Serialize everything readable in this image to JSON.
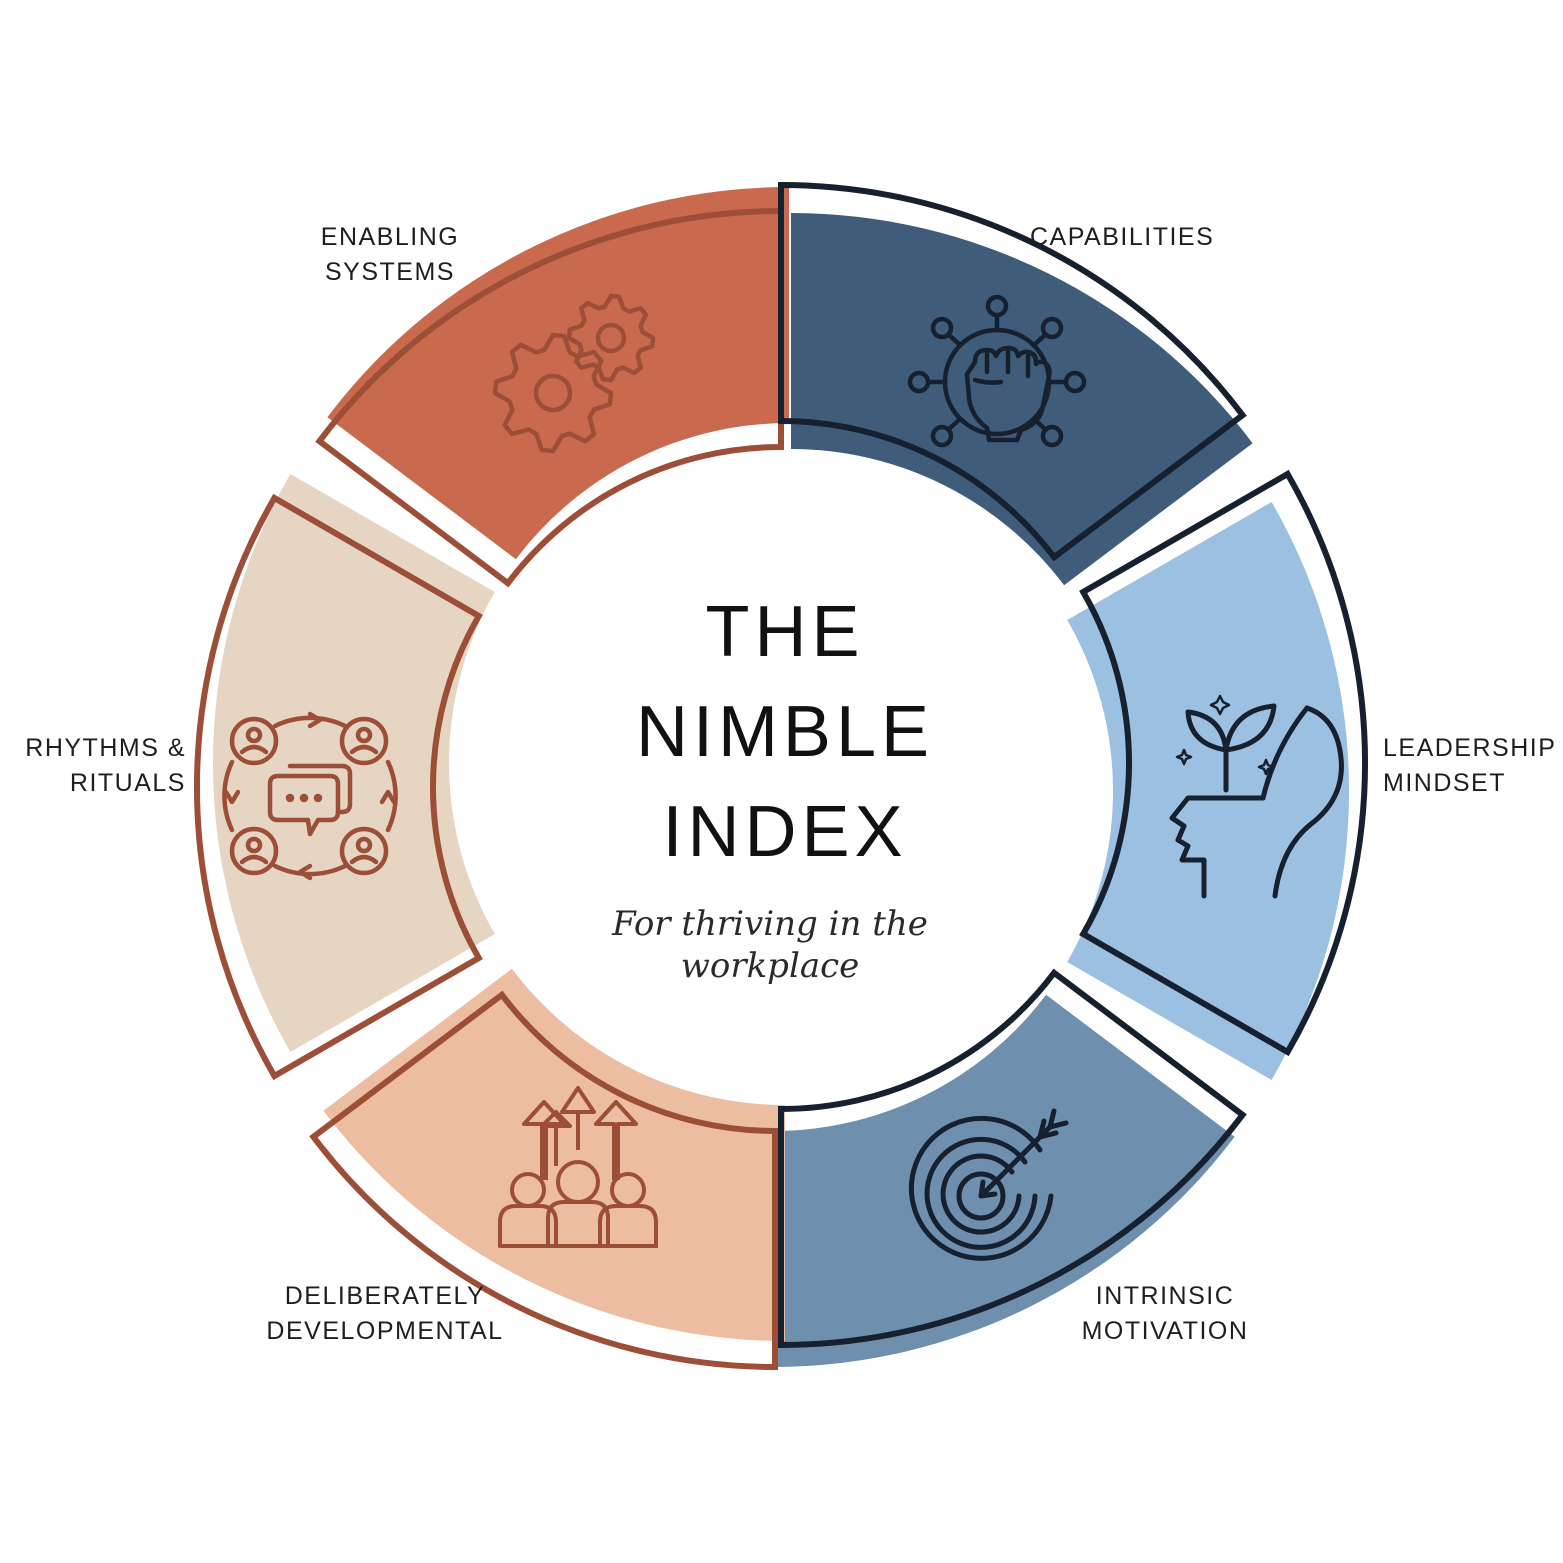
{
  "title": {
    "line1": "THE",
    "line2": "NIMBLE",
    "line3": "INDEX",
    "tagline_line1": "For thriving in the",
    "tagline_line2": "workplace"
  },
  "segments": [
    {
      "id": "enabling-systems",
      "label_lines": [
        "ENABLING",
        "SYSTEMS"
      ],
      "icon": "gears-icon",
      "fill": "#C96A4F",
      "outline": "#9C4E36"
    },
    {
      "id": "capabilities",
      "label_lines": [
        "CAPABILITIES"
      ],
      "icon": "fist-network-icon",
      "fill": "#3F5D7A",
      "outline": "#16202E"
    },
    {
      "id": "leadership-mindset",
      "label_lines": [
        "LEADERSHIP",
        "MINDSET"
      ],
      "icon": "head-sprout-icon",
      "fill": "#9BC0E2",
      "outline": "#16202E"
    },
    {
      "id": "intrinsic-motivation",
      "label_lines": [
        "INTRINSIC",
        "MOTIVATION"
      ],
      "icon": "target-arrow-icon",
      "fill": "#6E8FAE",
      "outline": "#16202E"
    },
    {
      "id": "deliberately-developmental",
      "label_lines": [
        "DELIBERATELY",
        "DEVELOPMENTAL"
      ],
      "icon": "team-growth-icon",
      "fill": "#ECBDA0",
      "outline": "#9C4E36"
    },
    {
      "id": "rhythms-rituals",
      "label_lines": [
        "RHYTHMS &",
        "RITUALS"
      ],
      "icon": "team-chat-cycle-icon",
      "fill": "#E5D5C2",
      "outline": "#9C4E36"
    }
  ]
}
